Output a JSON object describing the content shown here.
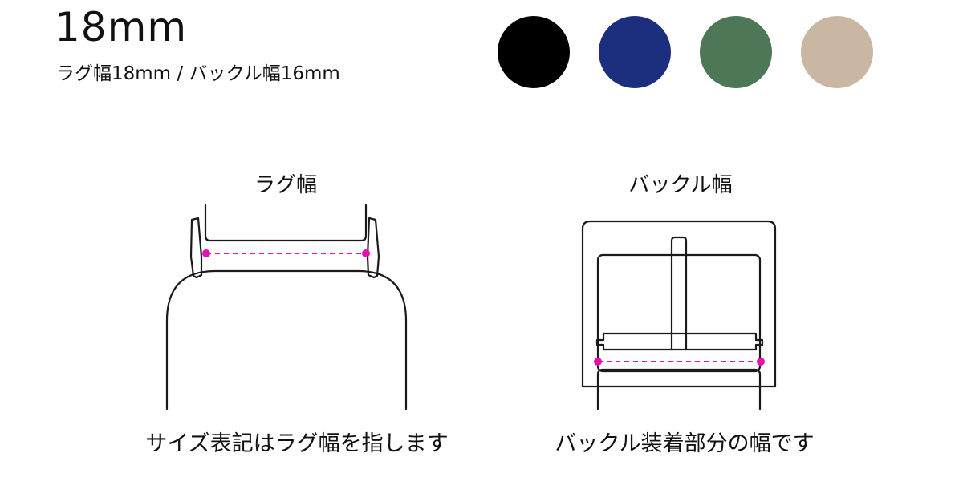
{
  "header": {
    "size": "18mm",
    "subtitle": "ラグ幅18mm / バックル幅16mm"
  },
  "swatches": [
    {
      "name": "black-swatch",
      "color": "#000000"
    },
    {
      "name": "navy-swatch",
      "color": "#1c2f7e"
    },
    {
      "name": "green-swatch",
      "color": "#4d7757"
    },
    {
      "name": "beige-swatch",
      "color": "#c9b7a3"
    }
  ],
  "lug_diagram": {
    "label": "ラグ幅",
    "caption": "サイズ表記はラグ幅を指します"
  },
  "buckle_diagram": {
    "label": "バックル幅",
    "caption": "バックル装着部分の幅です"
  },
  "colors": {
    "outline": "#1a1a1a",
    "measure": "#e60fb4"
  }
}
